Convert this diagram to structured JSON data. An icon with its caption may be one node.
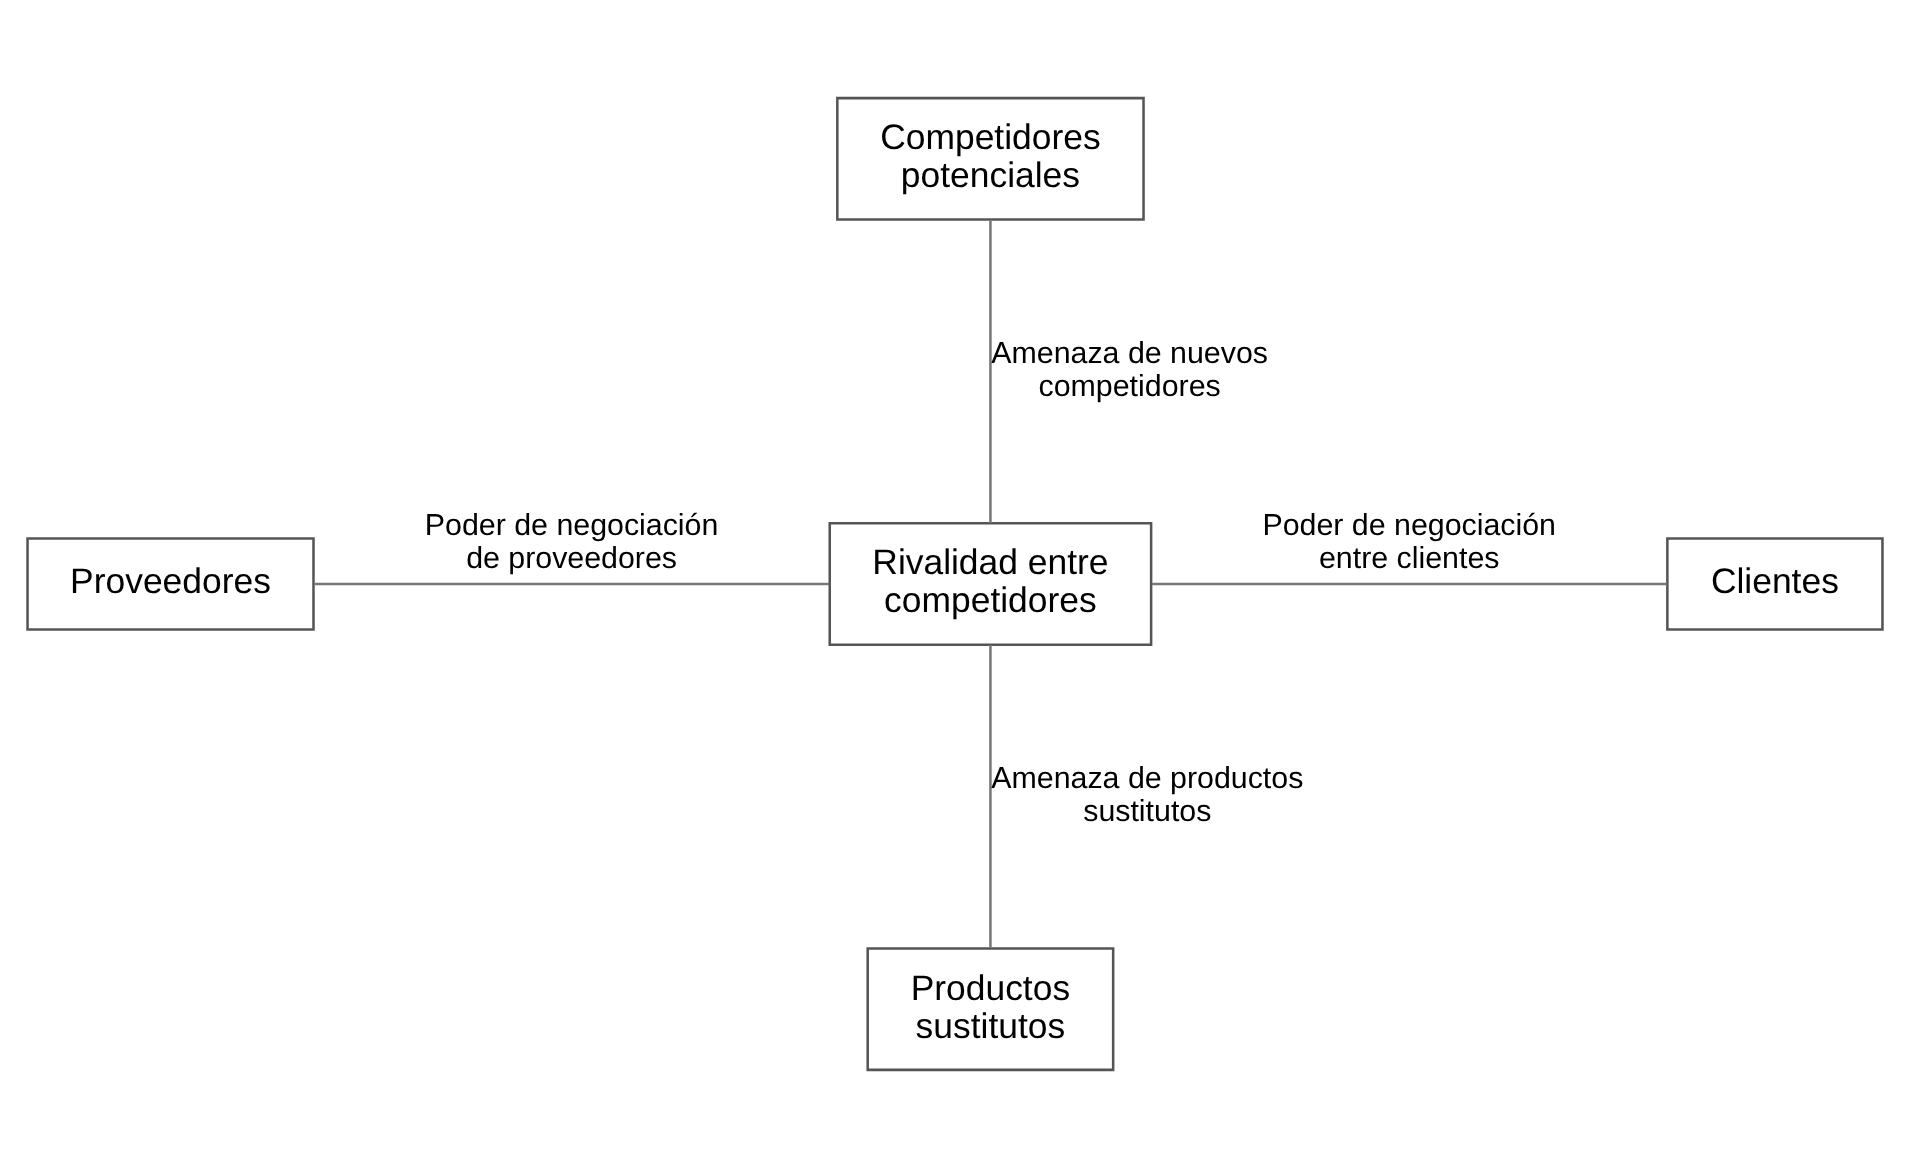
{
  "diagram": {
    "nodes": [
      {
        "text": [
          "Competidores potenciales"
        ]
      },
      {
        "text": [
          "Proveedores"
        ]
      },
      {
        "text": [
          "Rivalidad entre competidores"
        ]
      },
      {
        "text": [
          "Clientes"
        ]
      },
      {
        "text": [
          "Productos sustitutos"
        ]
      }
    ],
    "edges": [
      {
        "from": 0,
        "to": 2,
        "arrow": "none",
        "label": "Amenaza de nuevos competidores"
      },
      {
        "from": 1,
        "to": 2,
        "arrow": "none",
        "label": "Poder de negociación de proveedores"
      },
      {
        "from": 2,
        "to": 3,
        "arrow": "none",
        "label": "Poder de negociación entre clientes"
      },
      {
        "from": 2,
        "to": 4,
        "arrow": "none",
        "label": "Amenaza de productos sustitutos"
      }
    ]
  }
}
